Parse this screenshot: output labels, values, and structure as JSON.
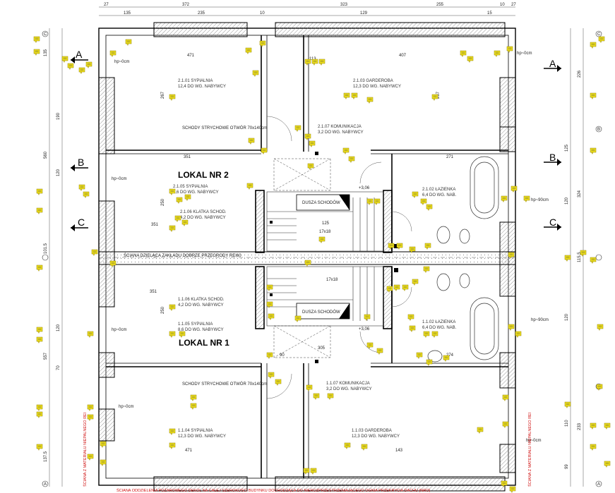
{
  "top_dimensions": [
    "27",
    "372",
    "323",
    "255",
    "10",
    "27"
  ],
  "top_sub_dimensions": [
    "135",
    "235",
    "10",
    "129",
    "15"
  ],
  "left_dimensions": [
    "135",
    "190",
    "560",
    "120",
    "101.5",
    "557",
    "70",
    "120",
    "137.5"
  ],
  "right_dimensions": [
    "226",
    "125",
    "324",
    "115.5",
    "120",
    "120",
    "110",
    "233",
    "99"
  ],
  "axis_labels": [
    "C",
    "C",
    "B",
    "A",
    "A"
  ],
  "units": {
    "lokal_2": "LOKAL NR 2",
    "lokal_1": "LOKAL NR 1"
  },
  "rooms": [
    {
      "code": "2.1.01",
      "name": "SYPIALNIA",
      "note": "12,4 DO WG. NABYWCY"
    },
    {
      "code": "2.1.03",
      "name": "GARDEROBA",
      "note": "12,3 DO WG. NABYWCY"
    },
    {
      "code": "2.1.07",
      "name": "KOMUNIKACJA",
      "note": "3,2 DO WG. NABYWCY"
    },
    {
      "code": "2.1.05",
      "name": "SYPIALNIA",
      "note": "8,6 DO WG. NABYWCY"
    },
    {
      "code": "2.1.06",
      "name": "KLATKA SCHOD.",
      "note": "4,2 DO WG. NABYWCY"
    },
    {
      "code": "2.1.02",
      "name": "ŁAZIENKA",
      "note": "6,4 DO WG. NAB."
    },
    {
      "code": "1.1.06",
      "name": "KLATKA SCHOD.",
      "note": "4,2 DO WG. NABYWCY"
    },
    {
      "code": "1.1.05",
      "name": "SYPIALNIA",
      "note": "8,6 DO WG. NABYWCY"
    },
    {
      "code": "1.1.02",
      "name": "ŁAZIENKA",
      "note": "6,4 DO WG. NAB."
    },
    {
      "code": "1.1.07",
      "name": "KOMUNIKACJA",
      "note": "3,2 DO WG. NABYWCY"
    },
    {
      "code": "1.1.04",
      "name": "SYPIALNIA",
      "note": "12,3 DO WG. NABYWCY"
    },
    {
      "code": "1.1.03",
      "name": "GARDEROBA",
      "note": "12,3 DO WG. NABYWCY"
    }
  ],
  "stairs": {
    "label_upper": "DUSZA SCHODÓW",
    "label_lower": "DUSZA SCHODÓW",
    "steps_upper": "17x18",
    "steps_lower": "17x18",
    "level_upper": "+3,06",
    "level_lower": "+3,06"
  },
  "attic_stairs": {
    "upper": "SCHODY STRYCHOWE OTWÓR 70x140cm",
    "lower": "SCHODY STRYCHOWE OTWÓR 70x140cm"
  },
  "partition_label": "ŚCIANA DZIELĄCA ZAKŁADU DOBRZE PRZEGRODY REI60",
  "bottom_note": "ŚCIANA ODDZIELENIA POŻAROWEGO DEKOL NA CAŁEJ SZEROKOŚCI BUDYNKU DOCHODZĄCA DO NIEROZPRZESTRZENIAJĄCEGO OGNIA PRZEKRYCIA DACHU (NRO)",
  "side_note_left": "ŚCIANA Z MATERIAŁU NIEPALNEGO REI",
  "side_note_right": "ŚCIANA Z MATERIAŁU NIEPALNEGO REI",
  "heights": [
    "hp~0cm",
    "hp~0cm",
    "hp~0cm",
    "hp~0cm",
    "hp~90cm",
    "hp~90cm",
    "hp~0cm",
    "hp~0cm"
  ],
  "interior_dimensions": [
    "471",
    "407",
    "267",
    "267",
    "351",
    "250",
    "351",
    "125",
    "305",
    "90",
    "274",
    "271",
    "351",
    "250",
    "471",
    "113",
    "143"
  ],
  "colors": {
    "wall": "#000000",
    "hatch": "#666666",
    "note": "#f5e61e",
    "note_border": "#8a7a00",
    "section_text": "#d01010",
    "line": "#444444"
  }
}
